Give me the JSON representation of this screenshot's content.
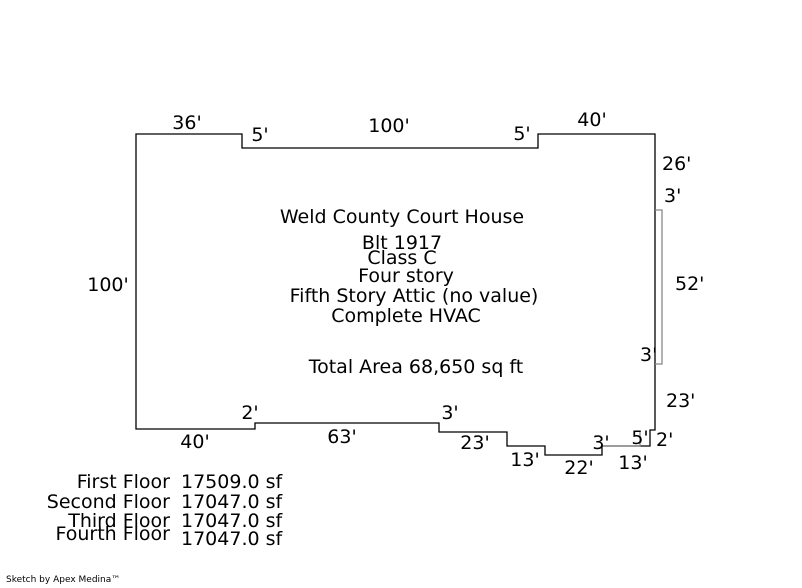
{
  "notes": {
    "title": "Weld County Court House",
    "built": "Blt 1917",
    "class": "Class C",
    "stories": "Four story",
    "attic": "Fifth Story Attic (no value)",
    "hvac": "Complete HVAC",
    "total_area": "Total Area 68,650 sq ft"
  },
  "dimensions": {
    "top_left": "36'",
    "top_step_left": "5'",
    "top_center": "100'",
    "top_step_right": "5'",
    "top_right": "40'",
    "right_upper": "26'",
    "right_bump_top": "3'",
    "right_bump": "52'",
    "right_bump_bottom": "3'",
    "right_lower": "23'",
    "left_side": "100'",
    "bottom_left": "40'",
    "bottom_step_left": "2'",
    "bottom_center": "63'",
    "bottom_step_right": "3'",
    "bottom_after_step": "23'",
    "notch_left": "13'",
    "notch_bottom": "22'",
    "notch_step": "3'",
    "notch_right": "13'",
    "corner_top": "5'",
    "corner_right": "2'"
  },
  "floors": [
    {
      "name": "First Floor",
      "area": "17509.0 sf"
    },
    {
      "name": "Second Floor",
      "area": "17047.0 sf"
    },
    {
      "name": "Third Floor",
      "area": "17047.0 sf"
    },
    {
      "name": "Fourth Floor",
      "area": "17047.0 sf"
    }
  ],
  "footer": {
    "credit": "Sketch by Apex Medina™"
  }
}
